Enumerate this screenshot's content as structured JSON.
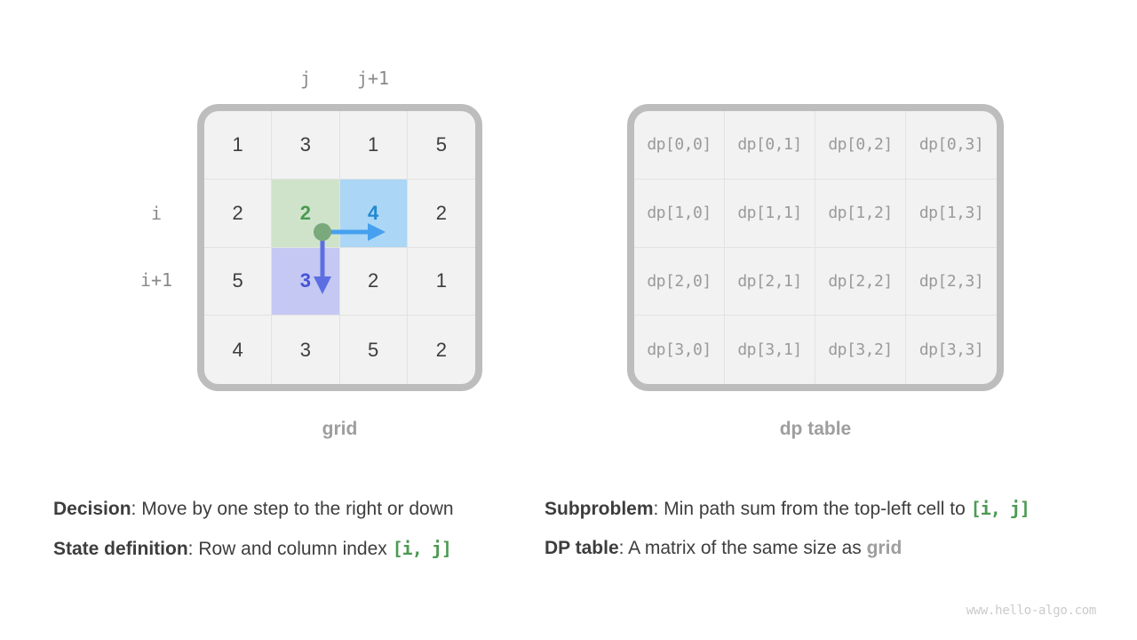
{
  "watermark": "www.hello-algo.com",
  "colors": {
    "border-gray": "#bdbdbd",
    "cell-bg": "#f2f2f2",
    "cell-line": "#e2e2e2",
    "label-gray": "#8a8a8a",
    "caption-gray": "#9e9e9e",
    "text-dark": "#3d3d3d",
    "dp-text": "#9a9a9a",
    "green-bg": "#cfe3cb",
    "green-text": "#4c9a52",
    "blue-bg": "#abd6f5",
    "blue-text": "#2288d1",
    "purple-bg": "#c5c8f2",
    "purple-text": "#4553d8",
    "dot-green": "#7aa97b",
    "arrow-right-blue": "#46a0ee",
    "arrow-down-indigo": "#5c6fe2",
    "watermark-gray": "#cbcbcb"
  },
  "grid": {
    "caption": "grid",
    "col_labels": [
      "j",
      "j+1"
    ],
    "row_labels": [
      "i",
      "i+1"
    ],
    "rows": [
      [
        "1",
        "3",
        "1",
        "5"
      ],
      [
        "2",
        "2",
        "4",
        "2"
      ],
      [
        "5",
        "3",
        "2",
        "1"
      ],
      [
        "4",
        "3",
        "5",
        "2"
      ]
    ]
  },
  "dp": {
    "caption": "dp table",
    "rows": [
      [
        "dp[0,0]",
        "dp[0,1]",
        "dp[0,2]",
        "dp[0,3]"
      ],
      [
        "dp[1,0]",
        "dp[1,1]",
        "dp[1,2]",
        "dp[1,3]"
      ],
      [
        "dp[2,0]",
        "dp[2,1]",
        "dp[2,2]",
        "dp[2,3]"
      ],
      [
        "dp[3,0]",
        "dp[3,1]",
        "dp[3,2]",
        "dp[3,3]"
      ]
    ]
  },
  "notes": {
    "left": [
      {
        "label": "Decision",
        "rest": ": Move by one step to the right or down",
        "code": ""
      },
      {
        "label": "State definition",
        "rest": ": Row and column index ",
        "code": "[i, j]"
      }
    ],
    "right": [
      {
        "label": "Subproblem",
        "rest": ": Min path sum from the top-left cell to ",
        "code": "[i, j]"
      },
      {
        "label": "DP table",
        "rest": ": A matrix of the same size as ",
        "suffix": "grid"
      }
    ]
  }
}
